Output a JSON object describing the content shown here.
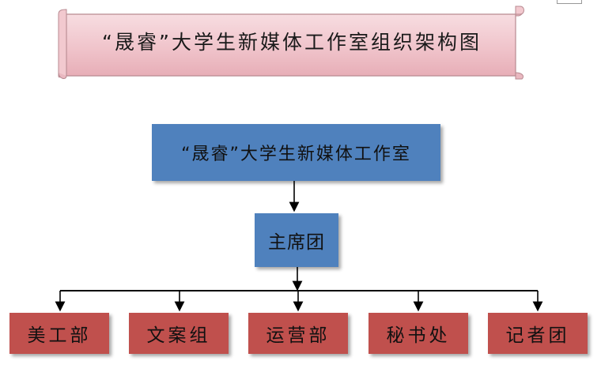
{
  "banner": {
    "title": "“晟睿”大学生新媒体工作室组织架构图"
  },
  "org": {
    "root": "“晟睿”大学生新媒体工作室",
    "presidium": "主席团",
    "departments": [
      "美工部",
      "文案组",
      "运营部",
      "秘书处",
      "记者团"
    ]
  },
  "colors": {
    "node_blue": "#4f81bd",
    "dept_red": "#c0504d",
    "banner_pink": "#f2c9cf"
  }
}
